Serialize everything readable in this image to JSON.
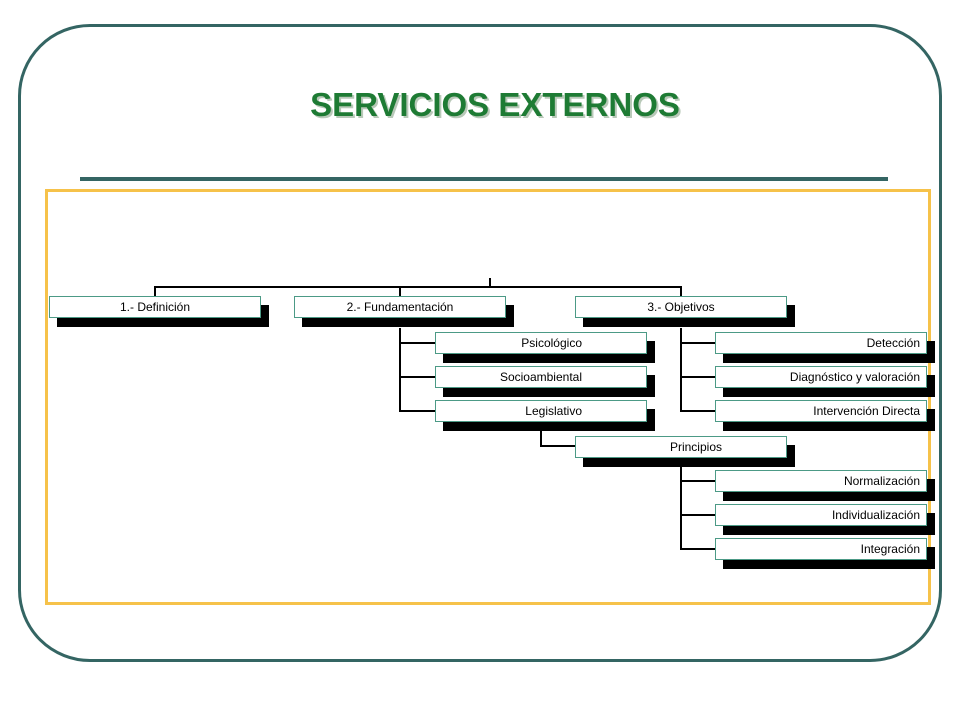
{
  "title": "SERVICIOS EXTERNOS",
  "nodes": {
    "definicion": "1.- Definición",
    "fundamentacion": "2.- Fundamentación",
    "objetivos": "3.- Objetivos",
    "psicologico": "Psicológico",
    "socioambiental": "Socioambiental",
    "legislativo": "Legislativo",
    "principios": "Principios",
    "deteccion": "Detección",
    "diagnostico": "Diagnóstico y valoración",
    "intervencion": "Intervención Directa",
    "normalizacion": "Normalización",
    "individualizacion": "Individualización",
    "integracion": "Integración"
  },
  "colors": {
    "frame": "#346563",
    "title": "#1e7b34",
    "panel_border": "#f6c24a",
    "box_border": "#4c9a86"
  }
}
